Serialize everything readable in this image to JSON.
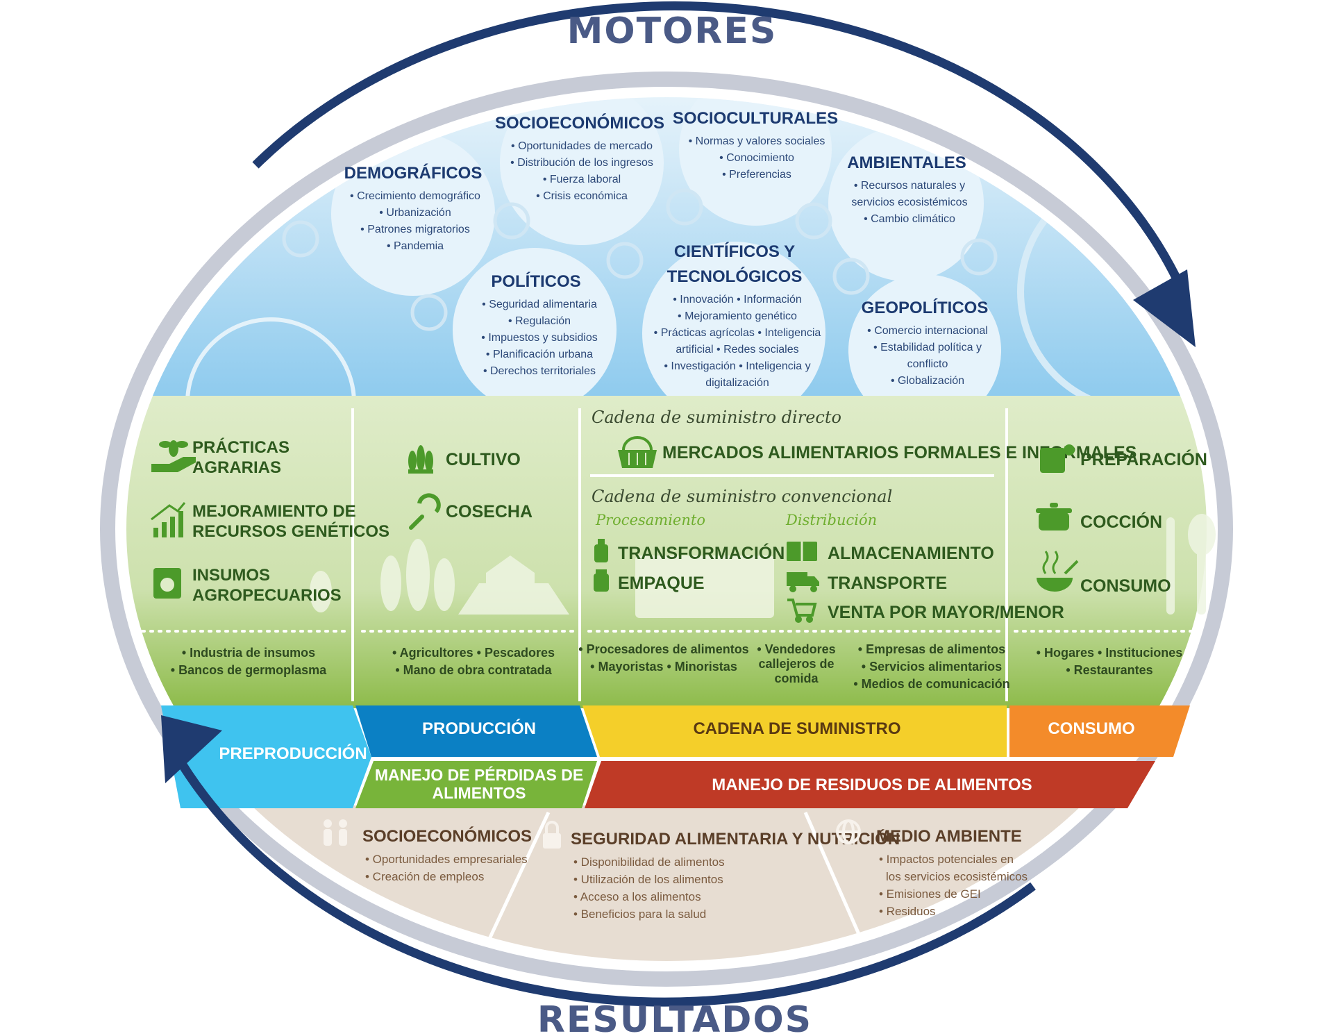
{
  "titles": {
    "top": "MOTORES",
    "bottom": "RESULTADOS"
  },
  "motores": [
    {
      "title": "DEMOGRÁFICOS",
      "items": [
        "• Crecimiento demográfico",
        "• Urbanización",
        "• Patrones migratorios",
        "• Pandemia"
      ]
    },
    {
      "title": "SOCIOECONÓMICOS",
      "items": [
        "• Oportunidades de mercado",
        "• Distribución de los ingresos",
        "• Fuerza laboral",
        "• Crisis económica"
      ]
    },
    {
      "title": "SOCIOCULTURALES",
      "items": [
        "• Normas y valores sociales",
        "• Conocimiento",
        "• Preferencias"
      ]
    },
    {
      "title": "AMBIENTALES",
      "items": [
        "• Recursos naturales y",
        "servicios ecosistémicos",
        "• Cambio climático"
      ]
    },
    {
      "title": "POLÍTICOS",
      "items": [
        "• Seguridad alimentaria",
        "• Regulación",
        "• Impuestos y subsidios",
        "• Planificación urbana",
        "• Derechos territoriales"
      ]
    },
    {
      "title_lines": [
        "CIENTÍFICOS Y",
        "TECNOLÓGICOS"
      ],
      "items": [
        "• Innovación • Información",
        "• Mejoramiento genético",
        "• Prácticas agrícolas • Inteligencia",
        "artificial • Redes sociales",
        "• Investigación • Inteligencia y",
        "digitalización"
      ]
    },
    {
      "title": "GEOPOLÍTICOS",
      "items": [
        "• Comercio internacional",
        "• Estabilidad política y",
        "conflicto",
        "• Globalización"
      ]
    }
  ],
  "preproduccion": {
    "items": [
      {
        "icon": "hand-plant-icon",
        "lines": [
          "PRÁCTICAS",
          "AGRARIAS"
        ]
      },
      {
        "icon": "growth-chart-icon",
        "lines": [
          "MEJORAMIENTO DE",
          "RECURSOS GENÉTICOS"
        ]
      },
      {
        "icon": "seed-bag-icon",
        "lines": [
          "INSUMOS",
          "AGROPECUARIOS"
        ]
      }
    ],
    "actors": [
      "• Industria de insumos",
      "• Bancos de germoplasma"
    ]
  },
  "produccion": {
    "items": [
      {
        "icon": "wheat-icon",
        "label": "CULTIVO"
      },
      {
        "icon": "sickle-icon",
        "label": "COSECHA"
      }
    ],
    "actors": [
      "• Agricultores • Pescadores",
      "• Mano de obra contratada"
    ]
  },
  "cadena": {
    "direct_title": "Cadena de suministro directo",
    "direct_item": {
      "icon": "basket-icon",
      "label": "MERCADOS ALIMENTARIOS FORMALES E INFORMALES"
    },
    "conv_title": "Cadena de suministro convencional",
    "procesamiento_label": "Procesamiento",
    "distribucion_label": "Distribución",
    "procesamiento": [
      {
        "icon": "bottle-icon",
        "label": "TRANSFORMACIÓN"
      },
      {
        "icon": "jar-icon",
        "label": "EMPAQUE"
      }
    ],
    "distribucion": [
      {
        "icon": "warehouse-icon",
        "label": "ALMACENAMIENTO"
      },
      {
        "icon": "truck-icon",
        "label": "TRANSPORTE"
      },
      {
        "icon": "cart-icon",
        "label": "VENTA POR MAYOR/MENOR"
      }
    ],
    "actors_col1": [
      "• Procesadores de alimentos",
      "• Mayoristas • Minoristas"
    ],
    "actors_col2": [
      "• Vendedores",
      "callejeros de",
      "comida"
    ],
    "actors_col3": [
      "• Empresas de alimentos",
      "• Servicios alimentarios",
      "• Medios de comunicación"
    ]
  },
  "consumo": {
    "items": [
      {
        "icon": "cutting-board-icon",
        "label": "PREPARACIÓN"
      },
      {
        "icon": "pot-icon",
        "label": "COCCIÓN"
      },
      {
        "icon": "bowl-icon",
        "label": "CONSUMO"
      }
    ],
    "actors": [
      "• Hogares • Instituciones",
      "• Restaurantes"
    ]
  },
  "bands": {
    "preproduccion": "PREPRODUCCIÓN",
    "produccion": "PRODUCCIÓN",
    "cadena": "CADENA DE SUMINISTRO",
    "consumo": "CONSUMO",
    "perdidas": [
      "MANEJO DE PÉRDIDAS DE",
      "ALIMENTOS"
    ],
    "residuos": "MANEJO DE RESIDUOS DE ALIMENTOS"
  },
  "resultados": [
    {
      "icon": "people-icon",
      "title": "SOCIOECONÓMICOS",
      "items": [
        "• Oportunidades empresariales",
        "• Creación de empleos"
      ]
    },
    {
      "icon": "lock-icon",
      "title": "SEGURIDAD ALIMENTARIA Y NUTRICIÓN",
      "items": [
        "• Disponibilidad de alimentos",
        "• Utilización de los alimentos",
        "• Acceso a los alimentos",
        "• Beneficios para la salud"
      ]
    },
    {
      "icon": "globe-icon",
      "title": "MEDIO AMBIENTE",
      "items": [
        "• Impactos potenciales en",
        "los servicios ecosistémicos",
        "• Emisiones de GEI",
        "• Residuos"
      ]
    }
  ],
  "colors": {
    "sky": "#bfe2f5",
    "green": "#cfe3b4",
    "preproduccion": "#3fc3ef",
    "produccion": "#0b80c4",
    "cadena": "#f4cf2a",
    "consumo": "#f38b2a",
    "perdidas": "#78b43a",
    "residuos": "#bf3a26",
    "resultados": "#e7ddd2",
    "arrow": "#1f3b70"
  }
}
